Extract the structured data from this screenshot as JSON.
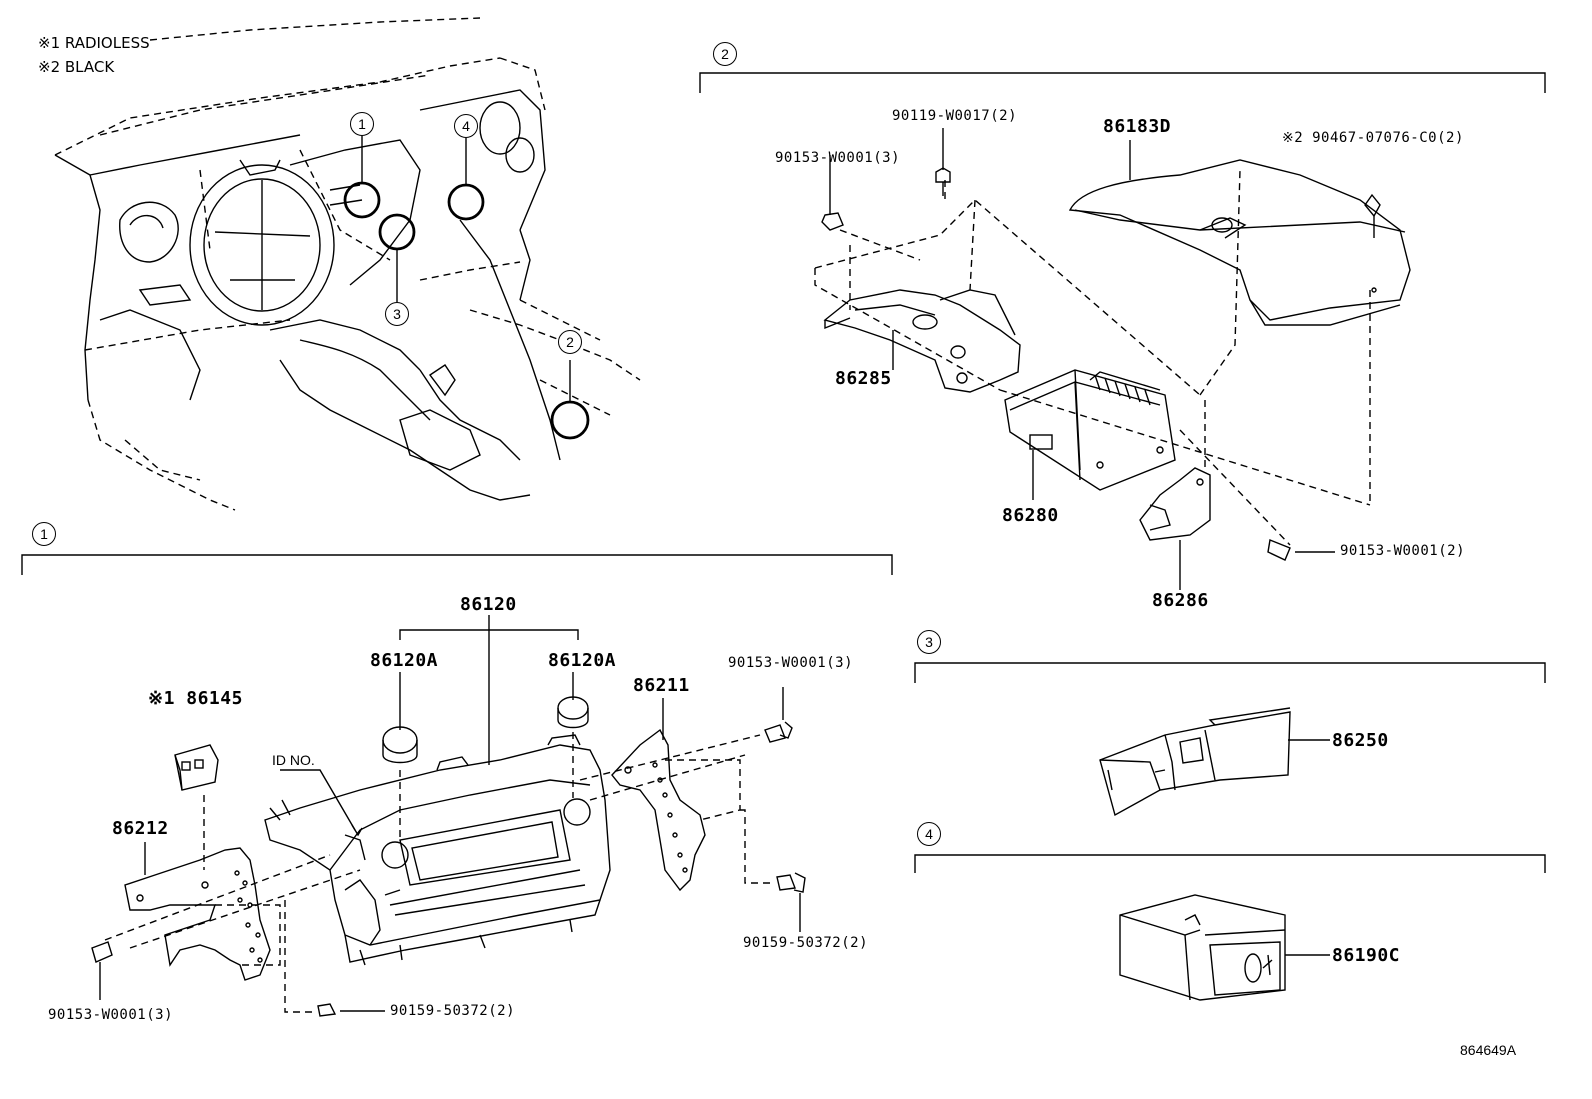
{
  "notes": [
    "※1 RADIOLESS",
    "※2 BLACK"
  ],
  "callouts": [
    "1",
    "2",
    "3",
    "4"
  ],
  "sections": [
    {
      "number": "1"
    },
    {
      "number": "2"
    },
    {
      "number": "3"
    },
    {
      "number": "4"
    }
  ],
  "parts": {
    "p86120": "86120",
    "p86120A_left": "86120A",
    "p86120A_right": "86120A",
    "p86211": "86211",
    "p86145": "※1 86145",
    "p86212": "86212",
    "p86183D": "86183D",
    "p86285": "86285",
    "p86280": "86280",
    "p86286": "86286",
    "p86250": "86250",
    "p86190C": "86190C"
  },
  "fasteners": {
    "f_90153_s1_right": "90153-W0001(3)",
    "f_90153_s1_left": "90153-W0001(3)",
    "f_90159_s1_right": "90159-50372(2)",
    "f_90159_s1_bottom": "90159-50372(2)",
    "f_90119_s2": "90119-W0017(2)",
    "f_90153_s2_top": "90153-W0001(3)",
    "f_90467_s2": "※2 90467-07076-C0(2)",
    "f_90153_s2_bottom": "90153-W0001(2)"
  },
  "id_no_label": "ID NO.",
  "drawing_code": "864649A"
}
